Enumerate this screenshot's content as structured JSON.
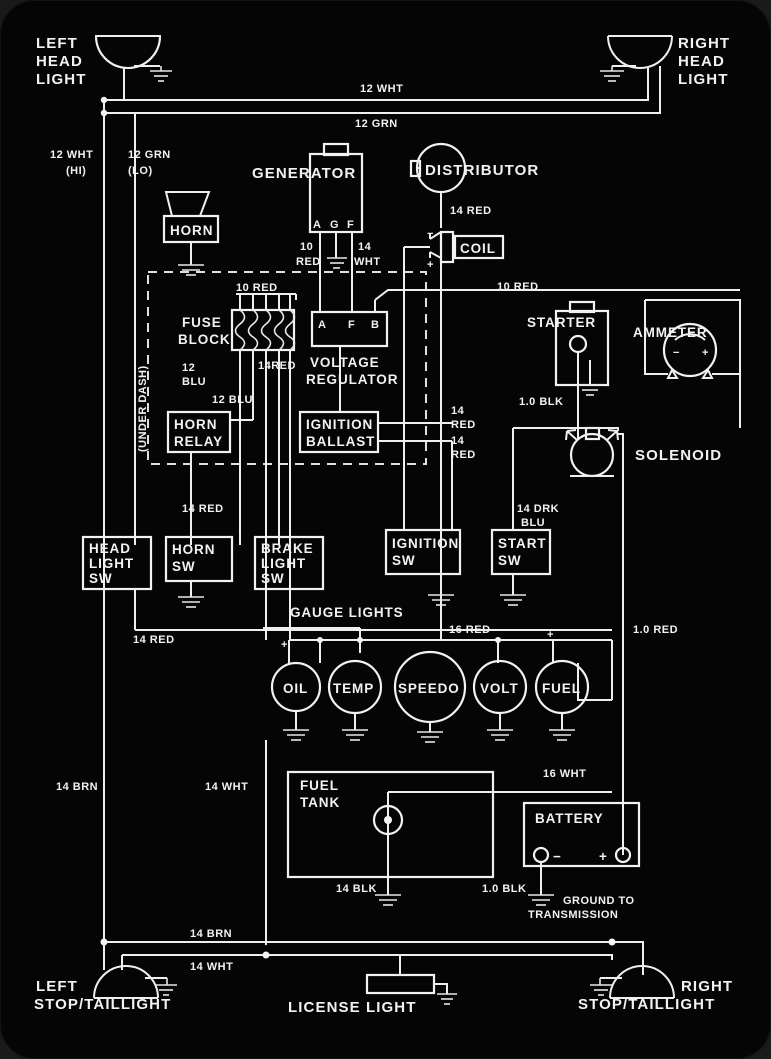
{
  "diagram": {
    "title": "Automotive Wiring Diagram",
    "background_color": "#050505",
    "line_color": "#f2f2f2"
  },
  "components": {
    "left_head_light": "LEFT\nHEAD\nLIGHT",
    "left_head_light_l1": "LEFT",
    "left_head_light_l2": "HEAD",
    "left_head_light_l3": "LIGHT",
    "right_head_light_l1": "RIGHT",
    "right_head_light_l2": "HEAD",
    "right_head_light_l3": "LIGHT",
    "horn": "HORN",
    "generator": "GENERATOR",
    "generator_terminals": [
      "A",
      "G",
      "F"
    ],
    "distributor": "DISTRIBUTOR",
    "coil": "COIL",
    "fuse_block_l1": "FUSE",
    "fuse_block_l2": "BLOCK",
    "voltage_regulator_l1": "VOLTAGE",
    "voltage_regulator_l2": "REGULATOR",
    "voltage_regulator_terminals": [
      "A",
      "F",
      "B"
    ],
    "starter": "STARTER",
    "ammeter": "AMMETER",
    "ammeter_minus": "−",
    "ammeter_plus": "+",
    "solenoid": "SOLENOID",
    "horn_relay_l1": "HORN",
    "horn_relay_l2": "RELAY",
    "ignition_ballast_l1": "IGNITION",
    "ignition_ballast_l2": "BALLAST",
    "under_dash": "(UNDER DASH)",
    "head_light_sw_l1": "HEAD",
    "head_light_sw_l2": "LIGHT",
    "head_light_sw_l3": "SW",
    "horn_sw_l1": "HORN",
    "horn_sw_l2": "SW",
    "brake_light_sw_l1": "BRAKE",
    "brake_light_sw_l2": "LIGHT",
    "brake_light_sw_l3": "SW",
    "ignition_sw_l1": "IGNITION",
    "ignition_sw_l2": "SW",
    "start_sw_l1": "START",
    "start_sw_l2": "SW",
    "gauge_lights": "GAUGE LIGHTS",
    "gauges": [
      "OIL",
      "TEMP",
      "SPEEDO",
      "VOLT",
      "FUEL"
    ],
    "fuel_tank_l1": "FUEL",
    "fuel_tank_l2": "TANK",
    "battery": "BATTERY",
    "battery_minus": "−",
    "battery_plus": "+",
    "ground_to_transmission_l1": "GROUND TO",
    "ground_to_transmission_l2": "TRANSMISSION",
    "left_stop_tail_l1": "LEFT",
    "left_stop_tail_l2": "STOP/TAILLIGHT",
    "right_stop_tail_l1": "RIGHT",
    "right_stop_tail_l2": "STOP/TAILLIGHT",
    "license_light": "LICENSE LIGHT"
  },
  "wire_labels": {
    "w12_wht_top": "12 WHT",
    "w12_grn_top": "12 GRN",
    "w12_wht_hi_a": "12 WHT",
    "w12_wht_hi_b": "(HI)",
    "w12_grn_lo_a": "12 GRN",
    "w12_grn_lo_b": "(LO)",
    "w10_red_gen_a": "10",
    "w10_red_gen_b": "RED",
    "w14_wht_gen_a": "14",
    "w14_wht_gen_b": "WHT",
    "w14_red_dist": "14 RED",
    "w10_red_fuse": "10 RED",
    "w10_red_right": "10 RED",
    "w12_blu_a": "12",
    "w12_blu_b": "BLU",
    "w12_blu_relay": "12 BLU",
    "w14_red_fuse": "14RED",
    "w14_red_ballast_1a": "14",
    "w14_red_ballast_1b": "RED",
    "w14_red_ballast_2a": "14",
    "w14_red_ballast_2b": "RED",
    "w10_blk_starter": "1.0 BLK",
    "w14_drk_blu_a": "14 DRK",
    "w14_drk_blu_b": "BLU",
    "w14_red_hornsw": "14 RED",
    "w14_red_bus": "14 RED",
    "w16_red_gauges": "16 RED",
    "w10_red_solenoid": "1.0 RED",
    "w14_brn_left": "14 BRN",
    "w14_wht_left": "14 WHT",
    "w16_wht_batt": "16 WHT",
    "w14_blk_tank": "14 BLK",
    "w10_blk_batt": "1.0 BLK",
    "w14_brn_bottom": "14 BRN",
    "w14_wht_bottom": "14 WHT"
  }
}
